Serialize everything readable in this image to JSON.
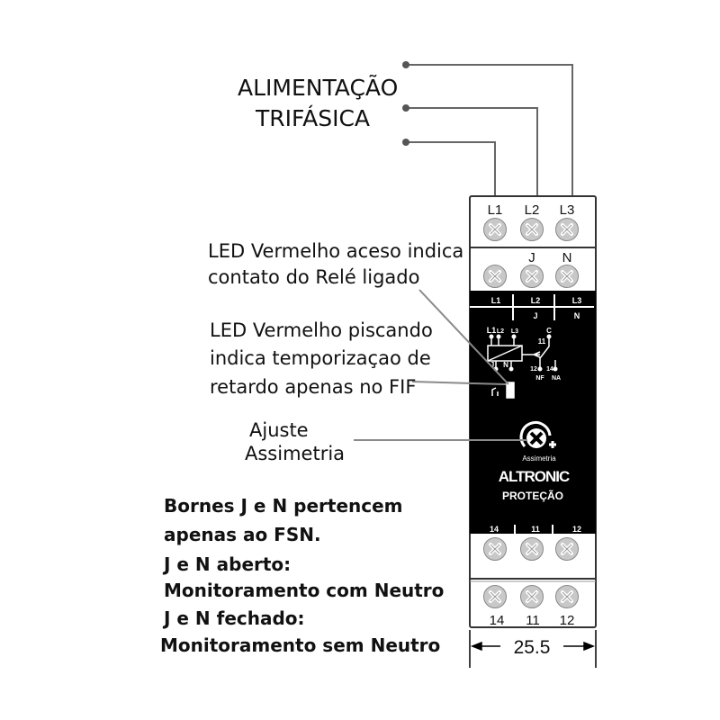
{
  "supply_label": [
    "ALIMENTAÇÃO",
    "TRIFÁSICA"
  ],
  "led_on_note": [
    "LED Vermelho aceso indica",
    "contato do Relé ligado"
  ],
  "led_blink_note": [
    "LED Vermelho piscando",
    "indica temporizaçao de",
    "retardo apenas no FIF"
  ],
  "adjust_note": [
    "Ajuste",
    "Assimetria"
  ],
  "bornes_note": [
    "Bornes J e N pertencem",
    "apenas ao FSN.",
    "J e N aberto:",
    "Monitoramento com Neutro",
    "J e N fechado:",
    "Monitoramento sem Neutro"
  ],
  "device": {
    "top_terminals": [
      "L1",
      "L2",
      "L3"
    ],
    "second_terminals": [
      "J",
      "N"
    ],
    "strip_top": [
      "L1",
      "L2",
      "L3"
    ],
    "strip_sub": [
      "J",
      "N"
    ],
    "schematic_labels": [
      "L1",
      "L2",
      "L3",
      "C",
      "11",
      "J",
      "N",
      "12",
      "14",
      "NF",
      "NA"
    ],
    "knob_label": "Assimetria",
    "brand": "ALTRONIC",
    "subtitle": "PROTEÇÃO",
    "strip_bottom": [
      "14",
      "11",
      "12"
    ],
    "bottom_terminals": [
      "14",
      "11",
      "12"
    ]
  },
  "dimension": "25.5",
  "colors": {
    "screw": "#c8c8c8",
    "panel": "#000000",
    "leader": "#8a8a8a"
  }
}
